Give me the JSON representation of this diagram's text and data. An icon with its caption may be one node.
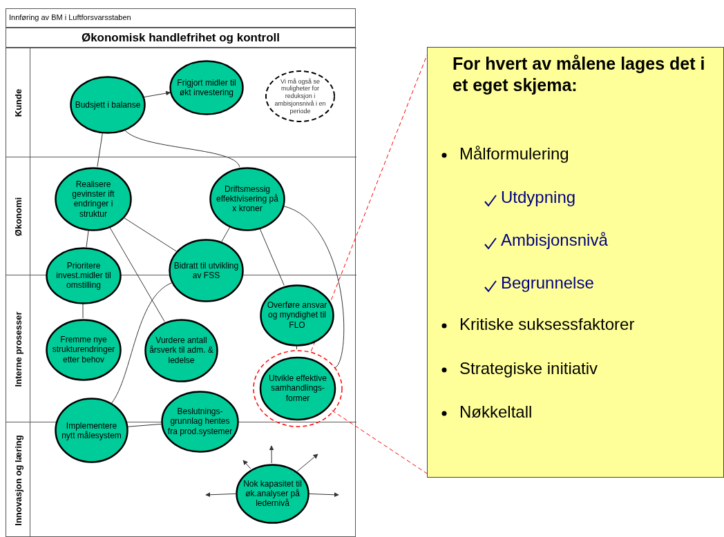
{
  "diagram": {
    "title": "Innføring av BM i Luftforsvarsstaben",
    "nodes": [
      {
        "text": [
          "Økonomisk handlefrihet og kontroll"
        ]
      },
      {
        "text": [
          "Kunde"
        ],
        "in": 0
      },
      {
        "text": [
          "Budsjett i balanse"
        ],
        "in": 1
      },
      {
        "text": [
          "Frigjort midler til økt investering"
        ],
        "in": 1
      },
      {
        "text": [
          "Vi må også se muligheter for reduksjon i ambisjonsnivå i en periode"
        ],
        "in": 1
      },
      {
        "text": [
          "Økonomi"
        ],
        "in": 0
      },
      {
        "text": [
          "Realisere gevinster ift endringer i struktur"
        ],
        "in": 5
      },
      {
        "text": [
          "Driftsmessig effektivisering på x kroner"
        ],
        "in": 5
      },
      {
        "text": [
          "Interne prosesser"
        ],
        "in": 0
      },
      {
        "text": [
          "Prioritere invest.midler til omstilling"
        ],
        "in": 0
      },
      {
        "text": [
          "Bidratt til utvikling av FSS"
        ],
        "in": 0
      },
      {
        "text": [
          "Overføre ansvar og myndighet til FLO"
        ],
        "in": 8
      },
      {
        "text": [
          "Fremme nye strukturendringer etter behov"
        ],
        "in": 8
      },
      {
        "text": [
          "Vurdere antall årsverk til adm. & ledelse"
        ],
        "in": 8
      },
      {
        "text": [
          "Utvikle effektive samhandlings- former"
        ],
        "in": 8
      },
      {
        "text": [
          "Innovasjon og læring"
        ],
        "in": 0
      },
      {
        "text": [
          "Implementere nytt målesystem"
        ],
        "in": 0
      },
      {
        "text": [
          "Beslutnings- grunnlag hentes fra prod.systemer"
        ],
        "in": 0
      },
      {
        "text": [
          "Nok kapasitet til øk.analyser på ledernivå"
        ],
        "in": 15
      },
      {
        "text": [
          "For hvert av målene lages det i et eget skjema:",
          "Målformulering",
          "Utdypning",
          "Ambisjonsnivå",
          "Begrunnelse",
          "Kritiske suksessfaktorer",
          "Strategiske initiativ",
          "Nøkkeltall"
        ]
      }
    ],
    "edges": [
      {
        "from": 2,
        "to": 3,
        "arrow": "to"
      },
      {
        "from": 2,
        "to": 6,
        "arrow": "none"
      },
      {
        "from": 2,
        "to": 7,
        "arrow": "none"
      },
      {
        "from": 6,
        "to": 9,
        "arrow": "none"
      },
      {
        "from": 6,
        "to": 10,
        "arrow": "none"
      },
      {
        "from": 6,
        "to": 13,
        "arrow": "none"
      },
      {
        "from": 7,
        "to": 10,
        "arrow": "none"
      },
      {
        "from": 7,
        "to": 11,
        "arrow": "none"
      },
      {
        "from": 7,
        "to": 14,
        "arrow": "none"
      },
      {
        "from": 10,
        "to": 16,
        "arrow": "none"
      },
      {
        "from": 9,
        "to": 12,
        "arrow": "none"
      },
      {
        "from": 11,
        "to": 14,
        "arrow": "none"
      },
      {
        "from": 16,
        "to": 17,
        "arrow": "none"
      },
      {
        "from": 18,
        "to": null,
        "arrow": "to"
      },
      {
        "from": 18,
        "to": null,
        "arrow": "to"
      },
      {
        "from": 18,
        "to": null,
        "arrow": "to"
      },
      {
        "from": 18,
        "to": null,
        "arrow": "to"
      },
      {
        "from": 18,
        "to": null,
        "arrow": "to"
      },
      {
        "from": 14,
        "to": 19,
        "arrow": "none",
        "style": "dashed",
        "color": "#ff0000"
      },
      {
        "from": 14,
        "to": 19,
        "arrow": "none",
        "style": "dashed",
        "color": "#ff0000"
      }
    ]
  }
}
